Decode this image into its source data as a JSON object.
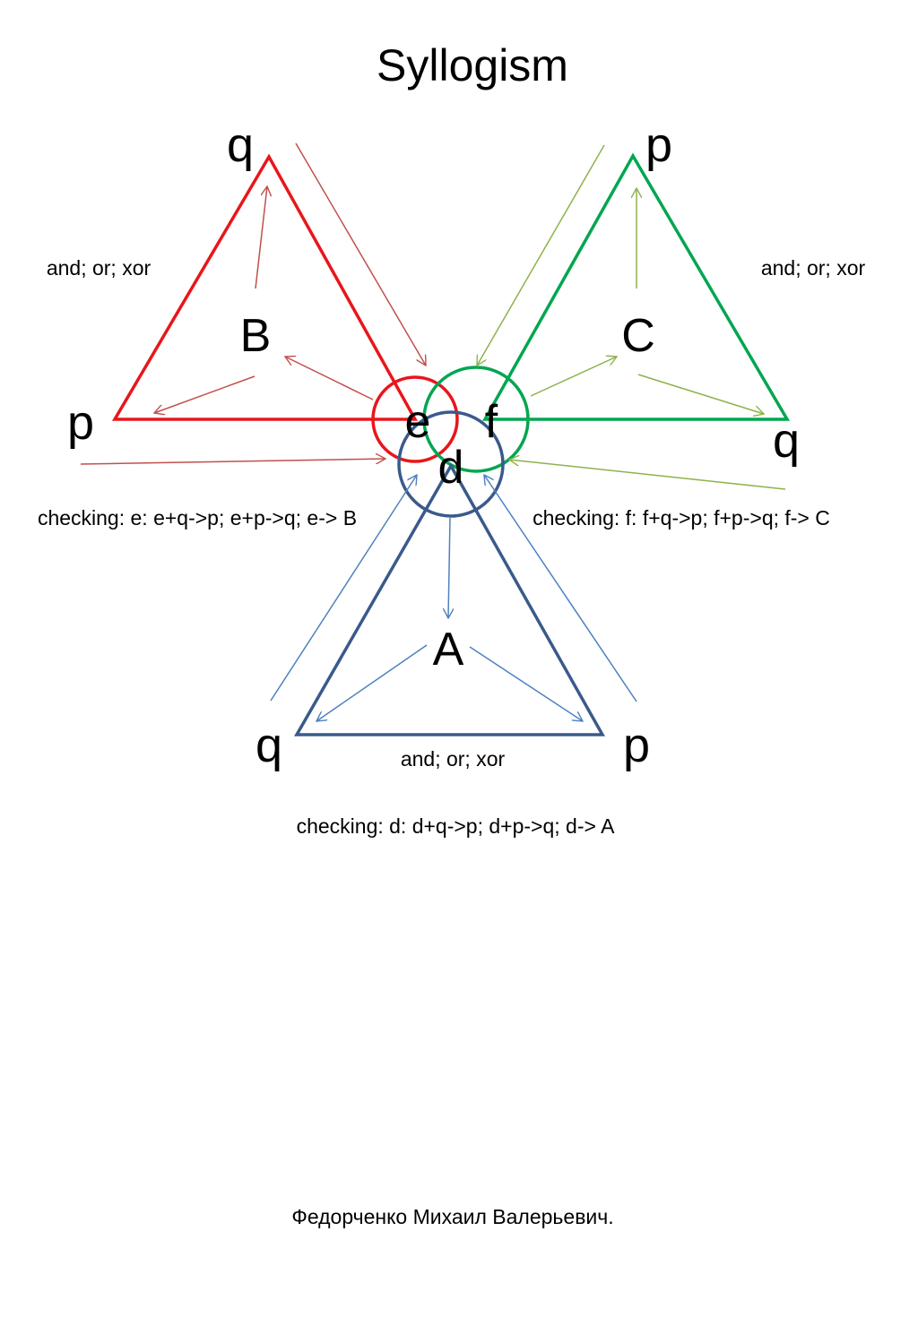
{
  "title": "Syllogism",
  "colors": {
    "red": "#e8161b",
    "red_arrow": "#c0504d",
    "green": "#00a650",
    "green_arrow": "#8db24c",
    "blue": "#3a5a8c",
    "blue_arrow": "#4f81bd",
    "text": "#000000"
  },
  "triangles": {
    "left": {
      "top_vertex": "q",
      "bottom_vertex": "p",
      "center": "B",
      "circle_label": "e",
      "operators": "and; or; xor",
      "checking": "checking: e: e+q->p; e+p->q; e-> B"
    },
    "right": {
      "top_vertex": "p",
      "bottom_vertex": "q",
      "center": "C",
      "circle_label": "f",
      "operators": "and; or; xor",
      "checking": "checking: f: f+q->p; f+p->q; f-> C"
    },
    "bottom": {
      "left_vertex": "q",
      "right_vertex": "p",
      "center": "A",
      "circle_label": "d",
      "operators": "and; or; xor",
      "checking": "checking: d: d+q->p; d+p->q; d-> A"
    }
  },
  "author": "Федорченко Михаил Валерьевич."
}
